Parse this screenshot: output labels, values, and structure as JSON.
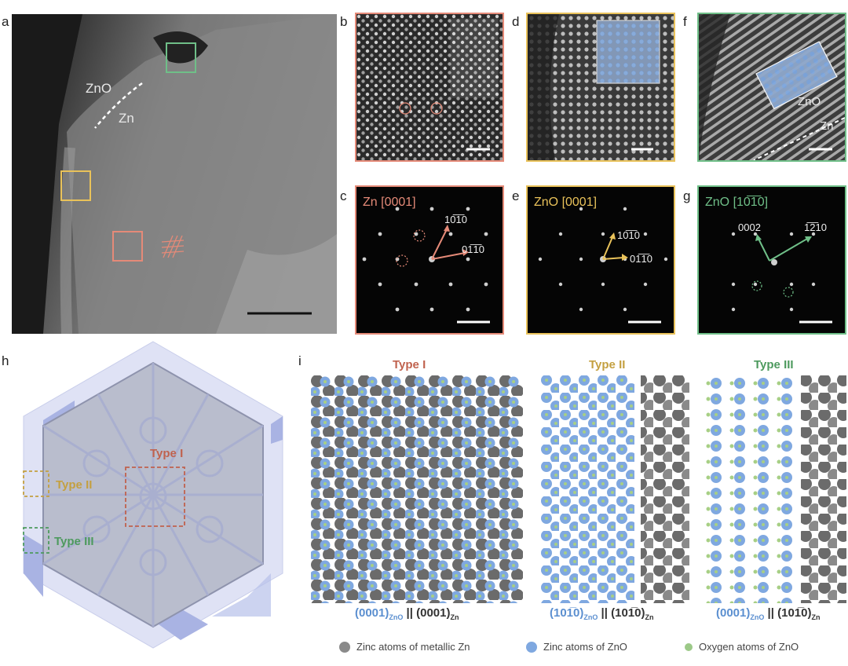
{
  "panel_labels": [
    "a",
    "b",
    "c",
    "d",
    "e",
    "f",
    "g",
    "h",
    "i"
  ],
  "panel_a": {
    "label_zno": "ZnO",
    "label_zn": "Zn"
  },
  "panel_c": {
    "title": "Zn [0001]",
    "spot1": "10̅1̅0",
    "spot2": "01̅1̅0"
  },
  "panel_e": {
    "title": "ZnO [0001]",
    "spot1": "10̅1̅0",
    "spot2": "01̅1̅0"
  },
  "panel_f": {
    "label_zno": "ZnO",
    "label_zn": "Zn"
  },
  "panel_g": {
    "title": "ZnO [10̅1̅0]",
    "spot1": "0002",
    "spot2": "1̅2̅10"
  },
  "panel_h": {
    "type1": "Type I",
    "type2": "Type II",
    "type3": "Type III"
  },
  "panel_i": {
    "titles": [
      "Type I",
      "Type II",
      "Type III"
    ],
    "relations": [
      {
        "left": "(0001)",
        "left_sub": "ZnO",
        "right": "(0001)",
        "right_sub": "Zn"
      },
      {
        "left": "(101̅0)",
        "left_sub": "ZnO",
        "right": "(101̅0)",
        "right_sub": "Zn"
      },
      {
        "left": "(0001)",
        "left_sub": "ZnO",
        "right": "(101̅0)",
        "right_sub": "Zn"
      }
    ],
    "separator": "||"
  },
  "legend": {
    "metallic_zn": "Zinc atoms of metallic Zn",
    "zn_of_zno": "Zinc atoms of ZnO",
    "o_of_zno": "Oxygen atoms of ZnO"
  },
  "colors": {
    "red": "#e58a78",
    "yellow": "#e9c25a",
    "green": "#6fbf88",
    "zno_blue": "#7fa8e0",
    "zn_grey": "#6b6b6b",
    "oxygen": "#9cc988",
    "type1_title": "#c0624e",
    "type2_title": "#c4a040",
    "type3_title": "#4d9a5e"
  }
}
